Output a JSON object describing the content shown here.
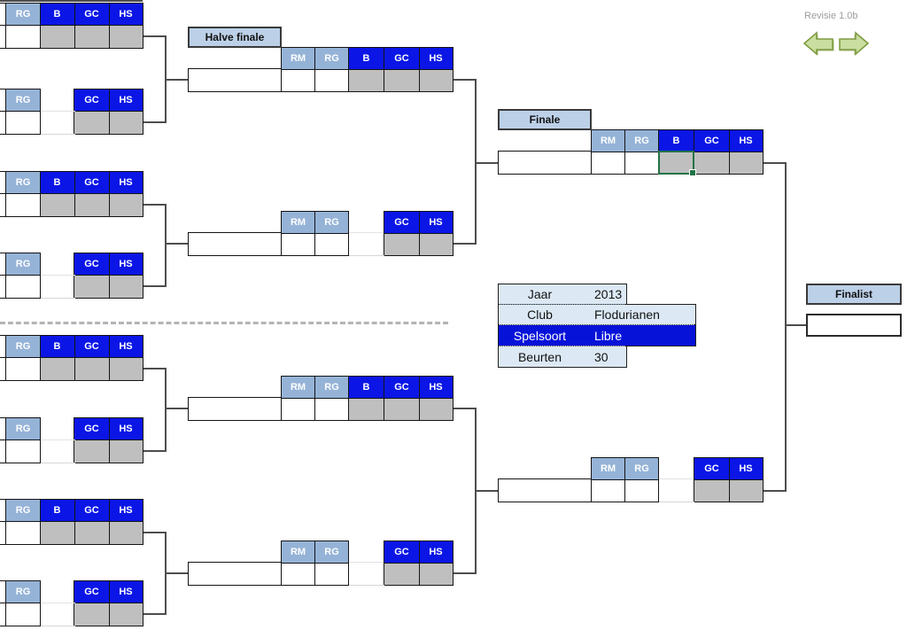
{
  "app": {
    "revision_label": "Revisie 1.0b"
  },
  "round_labels": {
    "semifinal": "Halve finale",
    "final": "Finale",
    "finalist": "Finalist"
  },
  "column_headers": {
    "rm": "RM",
    "rg": "RG",
    "b": "B",
    "gc": "GC",
    "hs": "HS"
  },
  "info_panel": {
    "rows": [
      {
        "label": "Jaar",
        "value": "2013"
      },
      {
        "label": "Club",
        "value": "Flodurianen"
      },
      {
        "label": "Spelsoort",
        "value": "Libre"
      },
      {
        "label": "Beurten",
        "value": "30"
      }
    ]
  },
  "bracket": {
    "player_entries": "",
    "score_entries": ""
  },
  "icons": {
    "back": "arrow-left",
    "forward": "arrow-right"
  },
  "colors": {
    "header_dark_blue": "#0b16e6",
    "header_light_blue": "#95b3d7",
    "label_blue": "#bcd0e8",
    "cell_gray": "#bfbfbf",
    "info_light_blue": "#dce9f5",
    "info_dark_blue": "#0712d9",
    "selection_green": "#217346",
    "arrow_green": "#c9dea0",
    "connector_gray": "#4d4d4d"
  }
}
